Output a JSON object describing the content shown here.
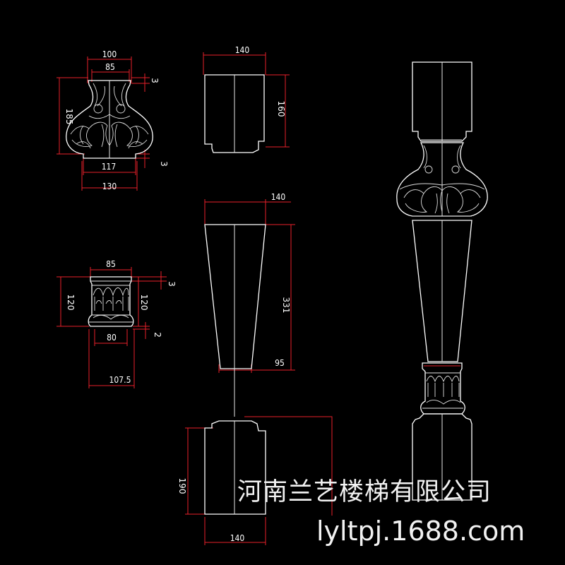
{
  "drawing": {
    "dimensions": {
      "vase_top_width": "100",
      "vase_neck_width": "85",
      "vase_height": "185",
      "vase_top_lip": "3",
      "vase_base_inner": "117",
      "vase_base_lip": "3",
      "vase_base_width": "130",
      "cap_width": "85",
      "cap_height_left": "120",
      "cap_height_right": "120",
      "cap_top_lip": "3",
      "cap_base_inner": "80",
      "cap_base_lip": "2",
      "cap_base_width": "107.5",
      "upper_block_width": "140",
      "upper_block_height": "160",
      "shaft_top_width": "140",
      "shaft_height": "331",
      "shaft_bottom_width": "95",
      "base_block_height": "190",
      "base_block_width": "140"
    },
    "colors": {
      "background": "#000000",
      "dimension_lines": "#e8202a",
      "outline": "#e6e6e6",
      "text": "#ffffff"
    }
  },
  "watermark": {
    "company": "河南兰艺楼梯有限公司",
    "site": "lyltpj.1688.com"
  }
}
